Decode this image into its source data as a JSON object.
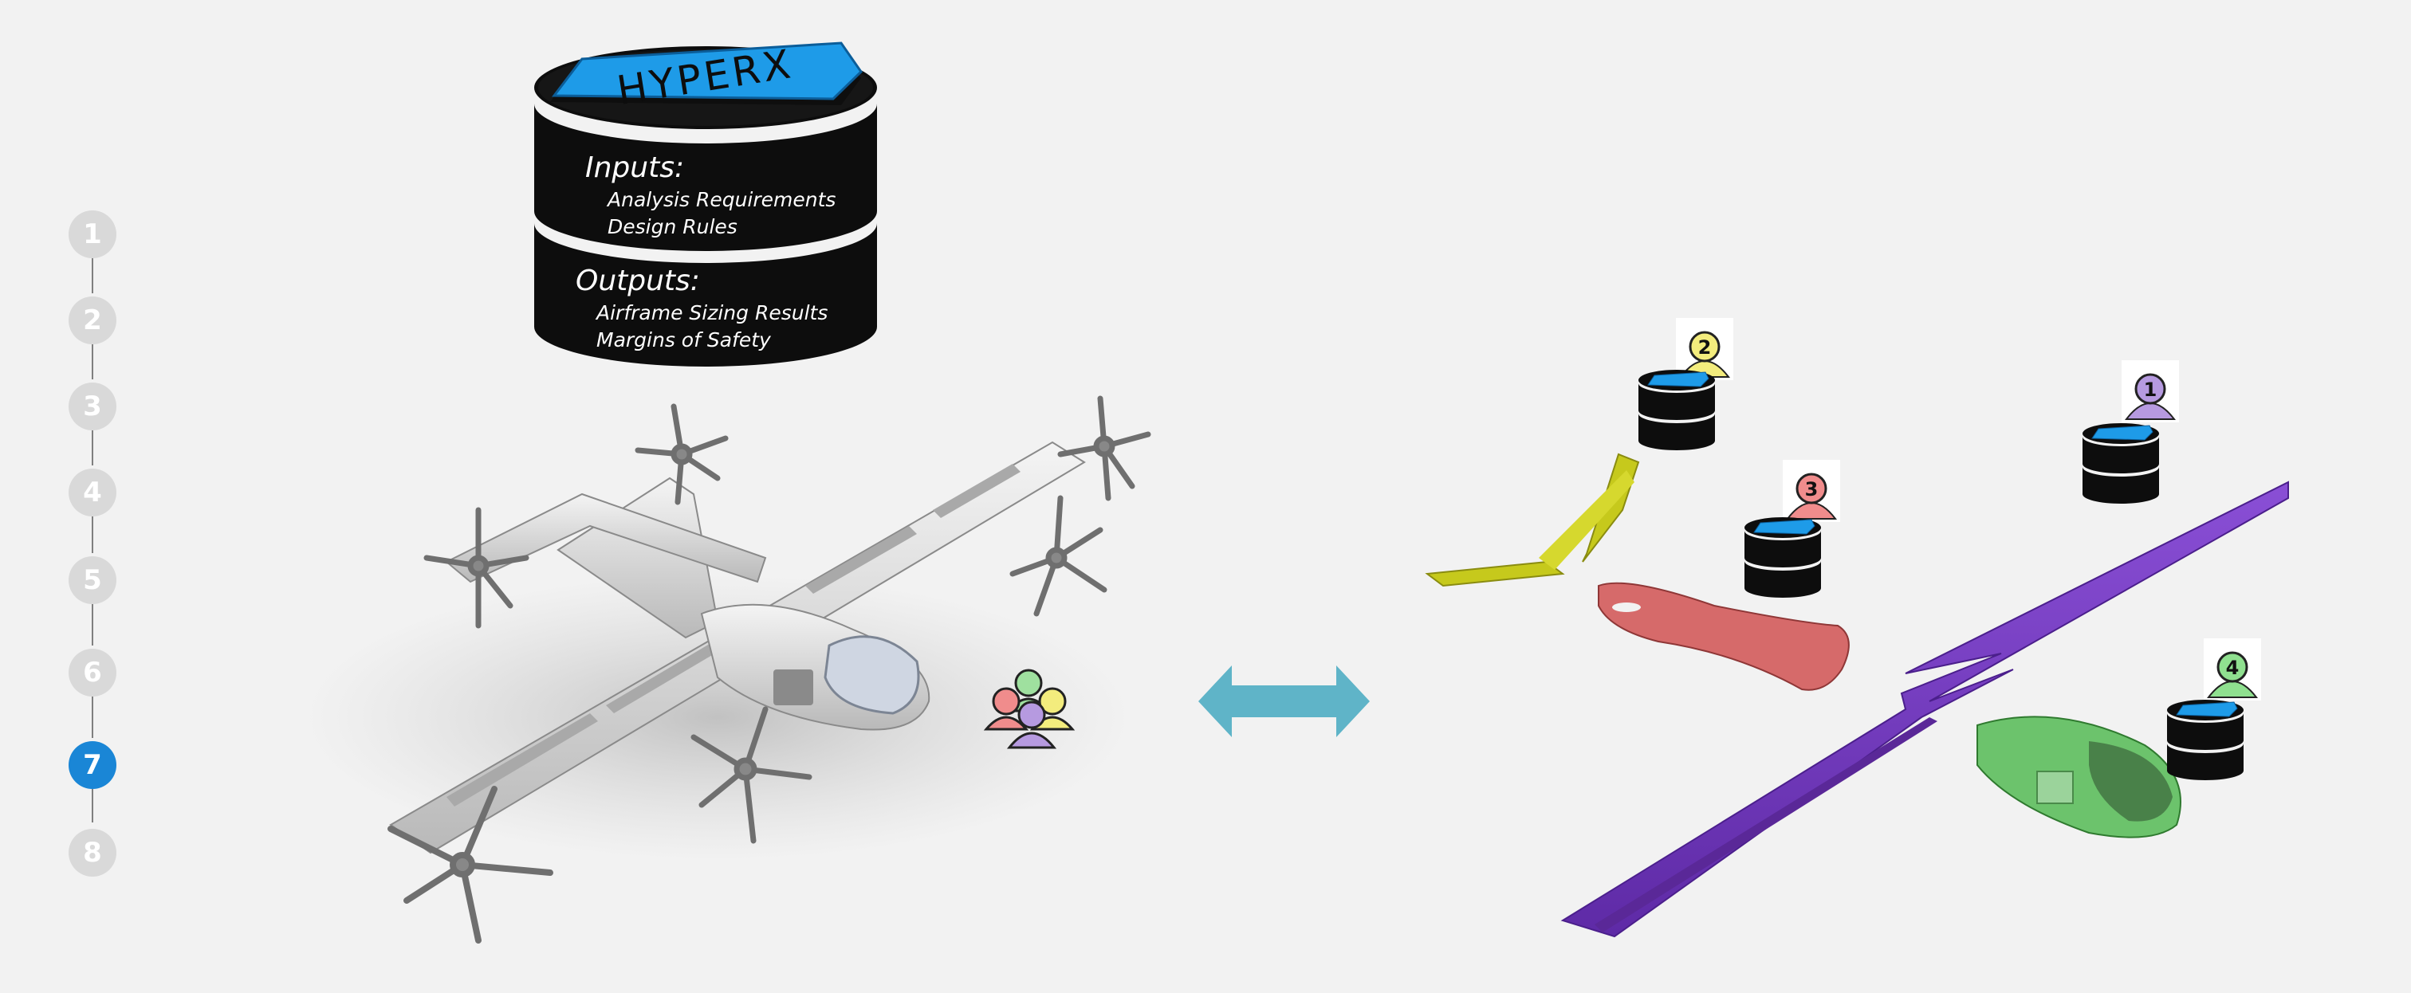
{
  "stepper": {
    "steps": [
      "1",
      "2",
      "3",
      "4",
      "5",
      "6",
      "7",
      "8"
    ],
    "active_step": "7"
  },
  "database": {
    "logo_text": "HYPERX",
    "inputs_heading": "Inputs:",
    "inputs_items": [
      "Analysis Requirements",
      "Design Rules"
    ],
    "outputs_heading": "Outputs:",
    "outputs_items": [
      "Airframe Sizing Results",
      "Margins of Safety"
    ]
  },
  "components": [
    {
      "label": "1",
      "color": "#b69ae0",
      "part": "wing"
    },
    {
      "label": "2",
      "color": "#f3ec7d",
      "part": "tail"
    },
    {
      "label": "3",
      "color": "#f08c8c",
      "part": "fuselage"
    },
    {
      "label": "4",
      "color": "#8fe08f",
      "part": "cockpit"
    }
  ],
  "colors": {
    "active": "#1a86d6",
    "arrow": "#5fb4c8",
    "wing": "#7b3fc9",
    "tail": "#c6c91c",
    "fuselage": "#d66a6a",
    "cockpit": "#6cc36c",
    "hyperx_blue": "#1e9be8"
  },
  "icons": {
    "team": "people-group-icon",
    "database": "database-icon",
    "exchange": "double-arrow-icon",
    "user": "person-icon"
  }
}
